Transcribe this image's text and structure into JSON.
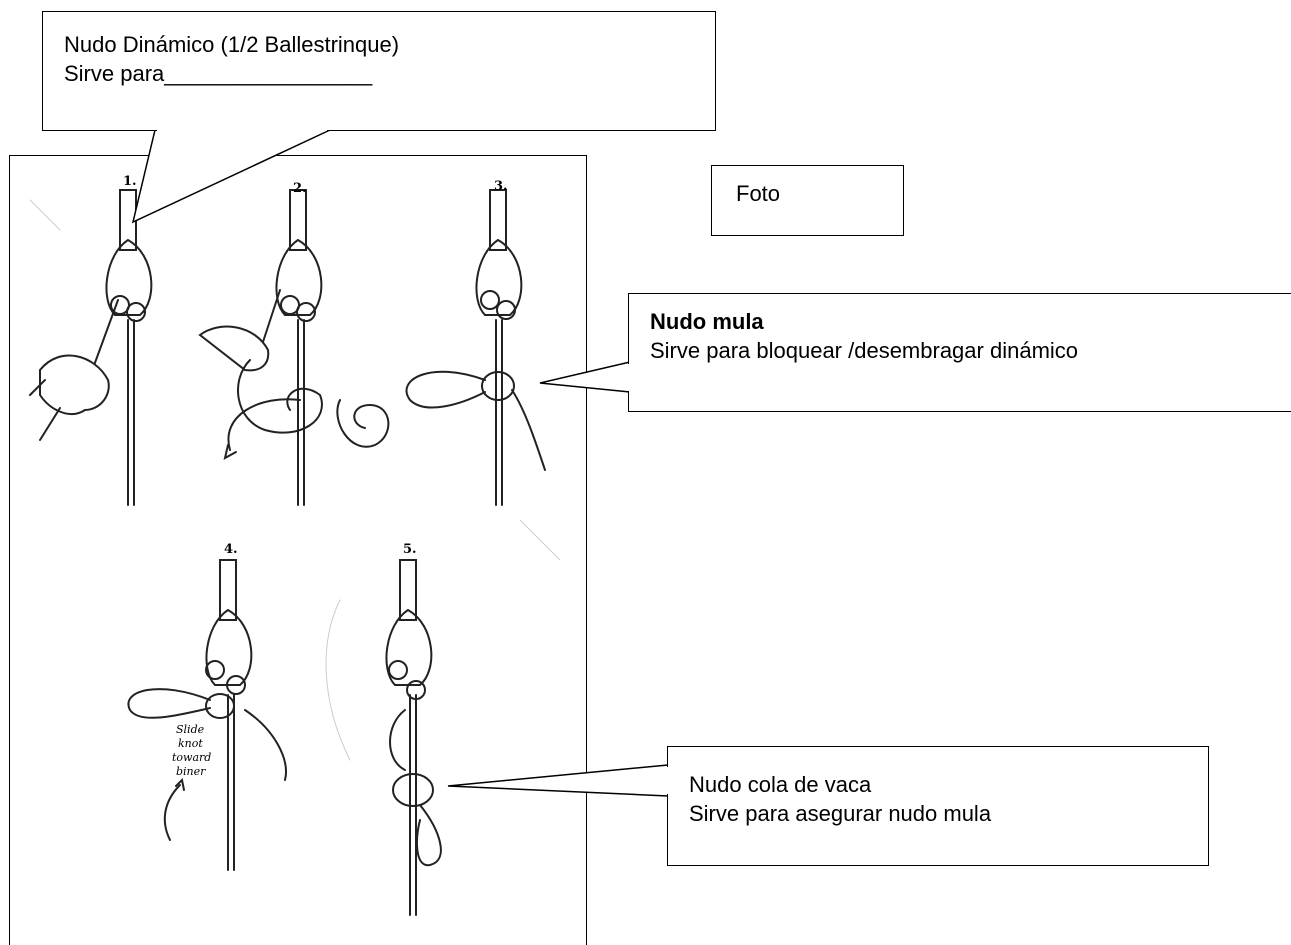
{
  "callout_top": {
    "line1": "Nudo Dinámico (1/2 Ballestrinque)",
    "line2": "Sirve para_________________"
  },
  "foto_box": {
    "label": "Foto"
  },
  "callout_mula": {
    "title": "Nudo mula",
    "desc": "Sirve para bloquear /desembragar dinámico"
  },
  "callout_cola": {
    "line1": "Nudo cola de vaca",
    "line2": "Sirve para asegurar nudo mula"
  },
  "illustration": {
    "step_numbers": [
      "1.",
      "2.",
      "3.",
      "4.",
      "5."
    ],
    "handwritten_note": [
      "Slide",
      "knot",
      "toward",
      "biner"
    ]
  }
}
